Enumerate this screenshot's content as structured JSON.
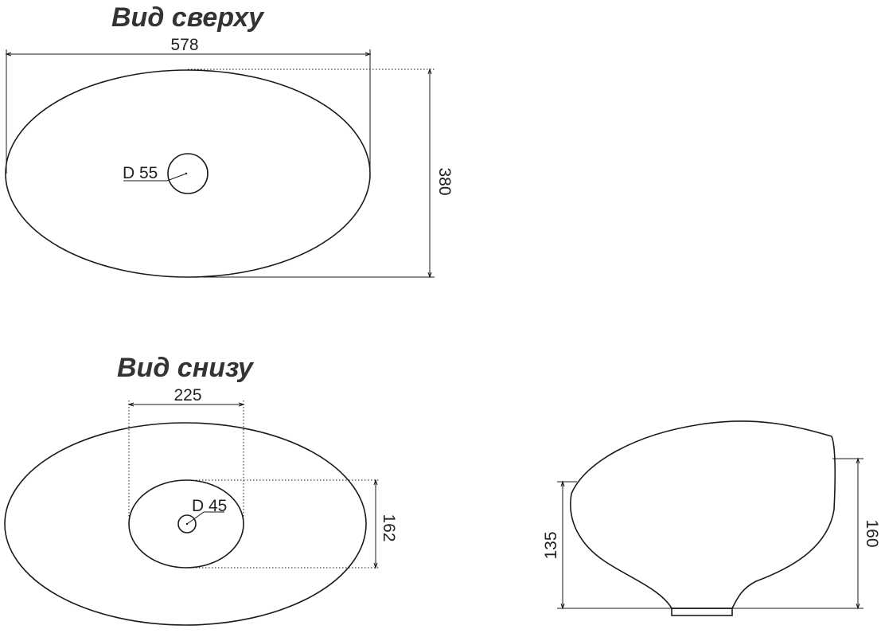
{
  "top_view": {
    "title": "Вид сверху",
    "width_label": "578",
    "depth_label": "380",
    "drain_label": "D 55"
  },
  "bottom_view": {
    "title": "Вид снизу",
    "base_width_label": "225",
    "base_depth_label": "162",
    "drain_label": "D 45"
  },
  "side_view": {
    "wall_height_label": "135",
    "total_height_label": "160"
  }
}
